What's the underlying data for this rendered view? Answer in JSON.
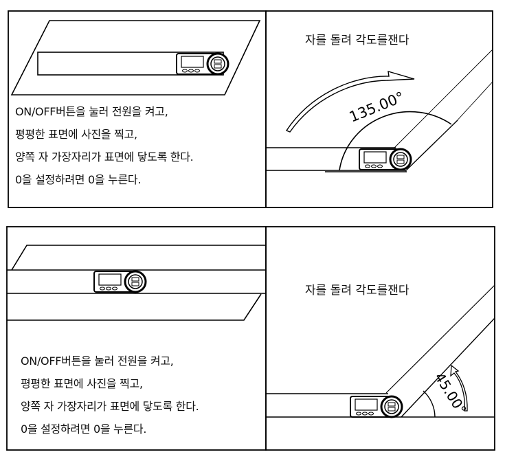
{
  "top_left": {
    "lines": [
      "ON/OFF버튼을 눌러 전원을 켜고,",
      "평평한 표면에 사진을 찍고,",
      "양쪽 자 가장자리가 표면에 닿도록 한다.",
      "0을 설정하려면 0을 누른다."
    ]
  },
  "top_right": {
    "title": "자를 돌려 각도를잰다",
    "angle_label": "135.00°",
    "angle_value": 135
  },
  "bottom_left": {
    "lines": [
      "ON/OFF버튼을 눌러 전원을 켜고,",
      "평평한 표면에 사진을 찍고,",
      "양쪽 자 가장자리가 표면에 닿도록 한다.",
      "0을 설정하려면 0을 누른다."
    ]
  },
  "bottom_right": {
    "title": "자를 돌려 각도를잰다",
    "angle_label": "45.00°",
    "angle_value": 45
  }
}
